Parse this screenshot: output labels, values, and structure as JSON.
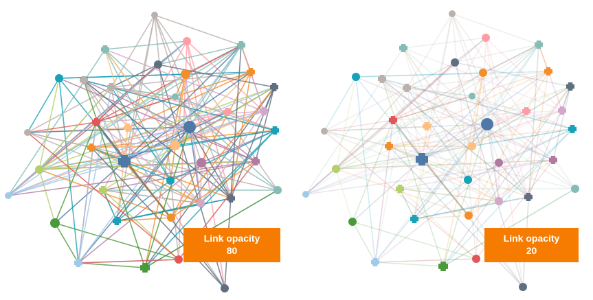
{
  "panels": [
    {
      "id": "left",
      "label": "Link opacity",
      "value": "80",
      "opacity": 0.8
    },
    {
      "id": "right",
      "label": "Link opacity",
      "value": "20",
      "opacity": 0.2
    }
  ],
  "palette": [
    "#4e79a7",
    "#f28e2b",
    "#e15759",
    "#76b7b2",
    "#59a14f",
    "#edc948",
    "#b07aa1",
    "#ff9da7",
    "#9c755f",
    "#bab0ac",
    "#17a2b8",
    "#a0cbe8",
    "#ffbe7d",
    "#8cd17d",
    "#b6992d",
    "#f1ce63",
    "#86bcb6",
    "#d4a6c8",
    "#2f4b7c",
    "#3f7f3f"
  ]
}
